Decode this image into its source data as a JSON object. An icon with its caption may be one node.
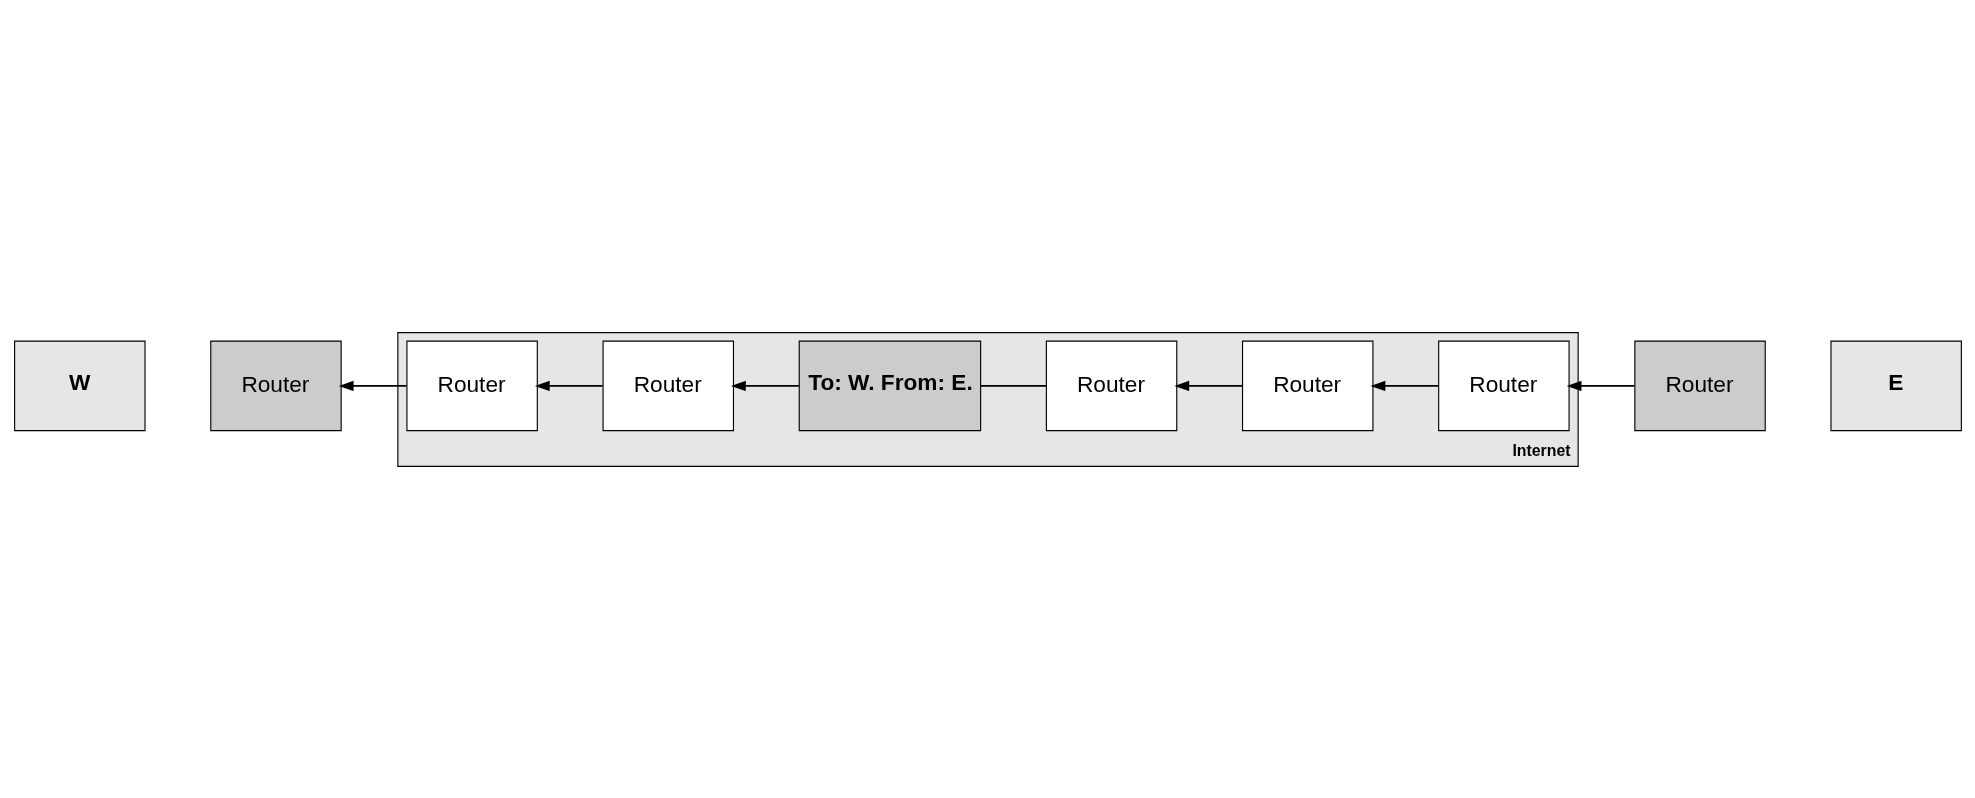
{
  "diagram": {
    "nodes": [
      {
        "text": [
          "Internet"
        ]
      },
      {
        "text": [
          "W"
        ]
      },
      {
        "text": [
          "Router"
        ]
      },
      {
        "text": [
          "Router"
        ],
        "in": 0
      },
      {
        "text": [
          "Router"
        ],
        "in": 0
      },
      {
        "text": [
          "To: W. From: E."
        ],
        "in": 0
      },
      {
        "text": [
          "Router"
        ],
        "in": 0
      },
      {
        "text": [
          "Router"
        ],
        "in": 0
      },
      {
        "text": [
          "Router"
        ],
        "in": 0
      },
      {
        "text": [
          "Router"
        ]
      },
      {
        "text": [
          "E"
        ]
      }
    ],
    "edges": [
      {
        "from": 9,
        "to": 8,
        "arrow": "to"
      },
      {
        "from": 8,
        "to": 4,
        "arrow": "to"
      },
      {
        "from": 4,
        "to": 3,
        "arrow": "to"
      },
      {
        "from": 3,
        "to": 5,
        "arrow": "none"
      },
      {
        "from": 5,
        "to": 6,
        "arrow": "to"
      },
      {
        "from": 6,
        "to": 7,
        "arrow": "to"
      },
      {
        "from": 7,
        "to": 2,
        "arrow": "to"
      }
    ]
  }
}
